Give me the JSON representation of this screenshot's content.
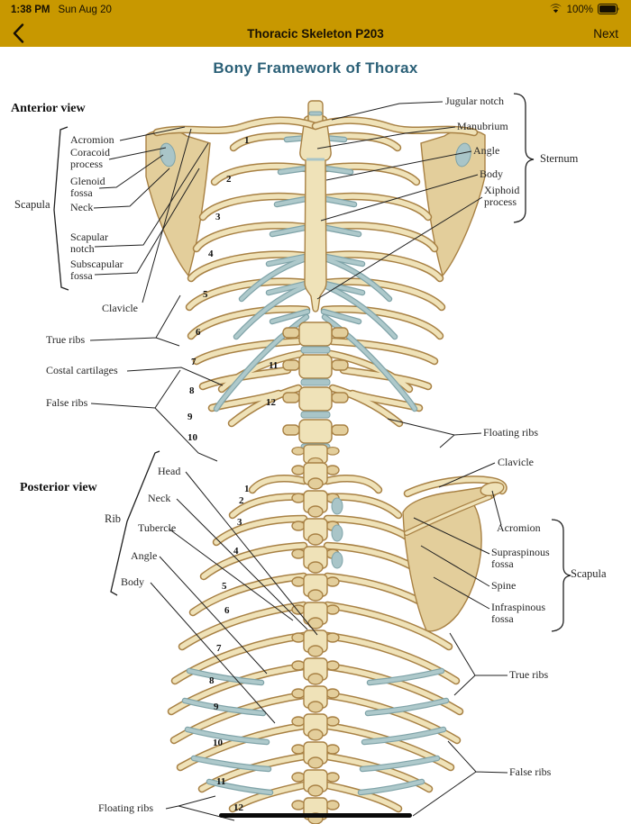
{
  "status_bar": {
    "time": "1:38 PM",
    "date": "Sun Aug 20",
    "battery_percent": "100%"
  },
  "nav_bar": {
    "title": "Thoracic Skeleton P203",
    "next_label": "Next"
  },
  "content": {
    "title": "Bony Framework of Thorax"
  },
  "colors": {
    "header_gold": "#C89800",
    "title_teal": "#2B6077",
    "bone": "#E9D9AC",
    "cartilage_blue": "#A9C5C8"
  },
  "anterior": {
    "heading": "Anterior view",
    "labels": {
      "acromion": "Acromion",
      "coracoid_process": "Coracoid process",
      "glenoid_fossa": "Glenoid fossa",
      "neck": "Neck",
      "scapular_notch": "Scapular notch",
      "subscapular_fossa": "Subscapular fossa",
      "scapula": "Scapula",
      "clavicle": "Clavicle",
      "true_ribs": "True ribs",
      "costal_cartilages": "Costal cartilages",
      "false_ribs": "False ribs",
      "jugular_notch": "Jugular notch",
      "manubrium": "Manubrium",
      "angle": "Angle",
      "body": "Body",
      "xiphoid_process": "Xiphoid process",
      "sternum": "Sternum",
      "floating_ribs": "Floating ribs"
    },
    "rib_numbers": [
      "1",
      "2",
      "3",
      "4",
      "5",
      "6",
      "7",
      "8",
      "9",
      "10",
      "11",
      "12"
    ]
  },
  "posterior": {
    "heading": "Posterior view",
    "labels": {
      "rib": "Rib",
      "head": "Head",
      "neck": "Neck",
      "tubercle": "Tubercle",
      "angle": "Angle",
      "body": "Body",
      "clavicle": "Clavicle",
      "acromion": "Acromion",
      "supraspinous_fossa": "Supraspinous fossa",
      "spine": "Spine",
      "infraspinous_fossa": "Infraspinous fossa",
      "scapula": "Scapula",
      "true_ribs": "True ribs",
      "false_ribs": "False ribs",
      "floating_ribs": "Floating ribs"
    },
    "rib_numbers": [
      "1",
      "2",
      "3",
      "4",
      "5",
      "6",
      "7",
      "8",
      "9",
      "10",
      "11",
      "12"
    ]
  }
}
